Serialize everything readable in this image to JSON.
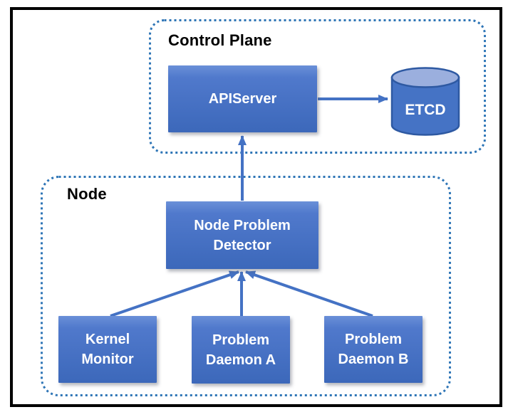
{
  "colors": {
    "connector": "#4472c4",
    "dashed_border": "#2e75b6",
    "box_fill_top": "#5c86d2",
    "box_fill_bottom": "#3c68ba",
    "box_text": "#ffffff",
    "cylinder_top": "#9bafde",
    "cylinder_body": "#4573c5",
    "cylinder_outline": "#2e59a2",
    "frame_border": "#000000",
    "group_label_text": "#000000"
  },
  "control_plane": {
    "label": "Control Plane",
    "apiserver_label": "APIServer",
    "etcd_label": "ETCD"
  },
  "node": {
    "label": "Node",
    "detector_label": "Node Problem Detector",
    "monitors": [
      "Kernel Monitor",
      "Problem Daemon A",
      "Problem Daemon B"
    ]
  },
  "edges": [
    {
      "from": "APIServer",
      "to": "ETCD"
    },
    {
      "from": "Node Problem Detector",
      "to": "APIServer"
    },
    {
      "from": "Kernel Monitor",
      "to": "Node Problem Detector"
    },
    {
      "from": "Problem Daemon A",
      "to": "Node Problem Detector"
    },
    {
      "from": "Problem Daemon B",
      "to": "Node Problem Detector"
    }
  ]
}
